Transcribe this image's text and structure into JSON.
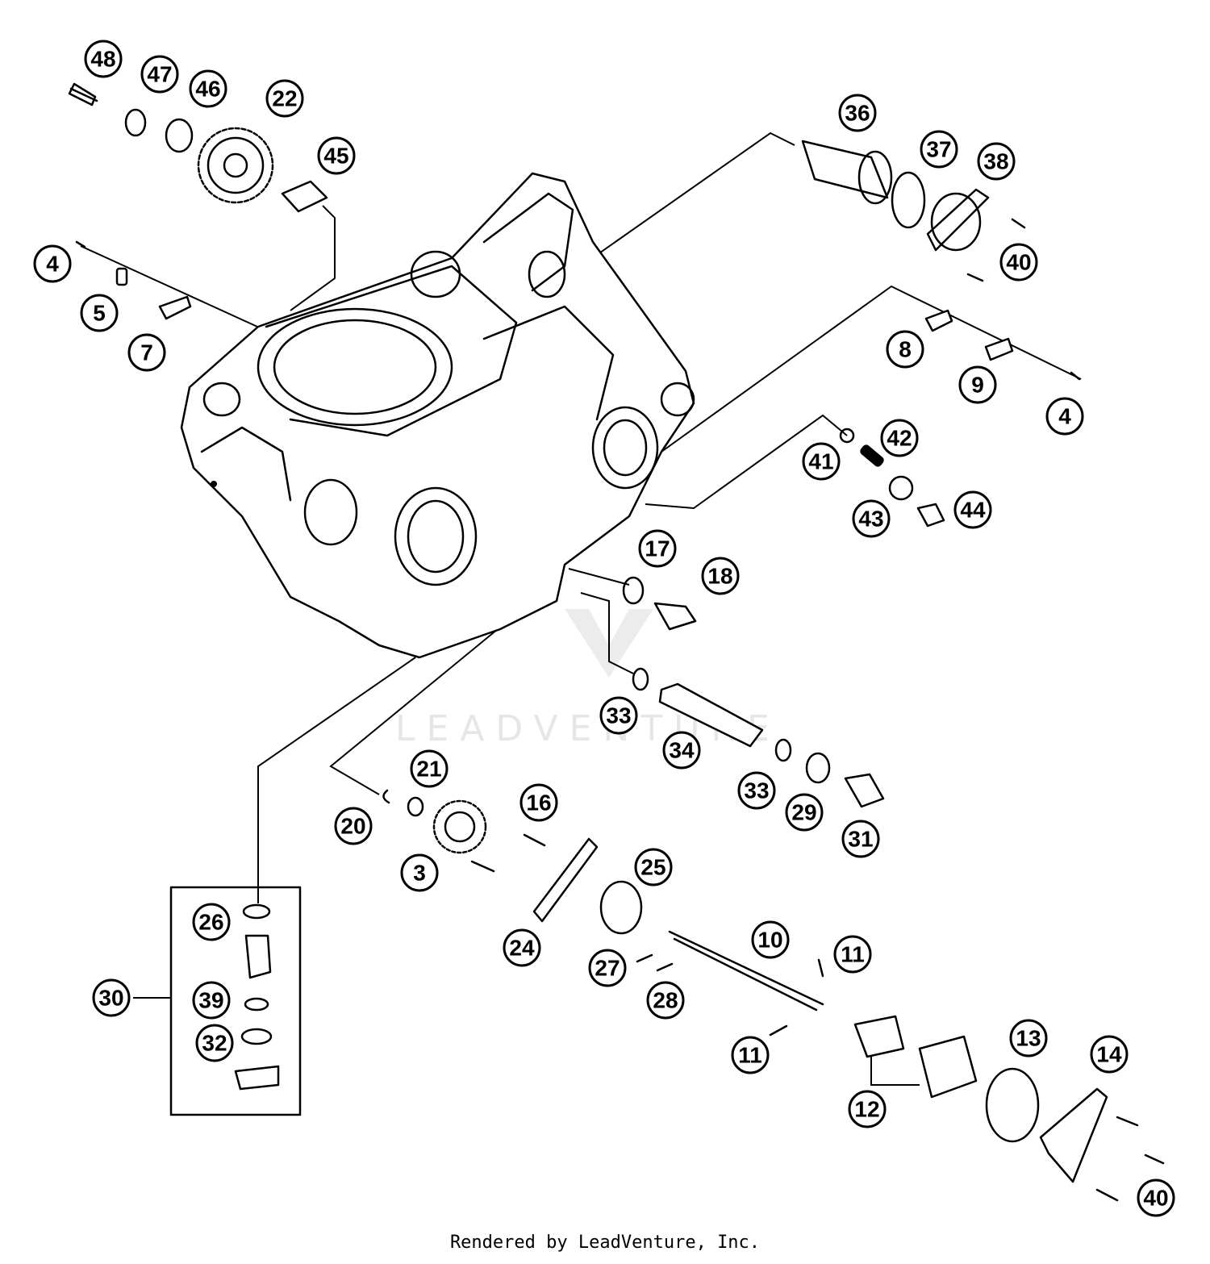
{
  "diagram": {
    "watermark": "LEADVENTURE",
    "footer": "Rendered by LeadVenture, Inc.",
    "callouts": [
      "48",
      "47",
      "46",
      "22",
      "45",
      "36",
      "37",
      "38",
      "40",
      "4",
      "5",
      "7",
      "8",
      "9",
      "4",
      "42",
      "41",
      "43",
      "44",
      "17",
      "18",
      "33",
      "34",
      "33",
      "29",
      "31",
      "21",
      "20",
      "16",
      "3",
      "25",
      "24",
      "10",
      "11",
      "27",
      "28",
      "11",
      "26",
      "30",
      "39",
      "32",
      "13",
      "14",
      "12",
      "40"
    ]
  }
}
